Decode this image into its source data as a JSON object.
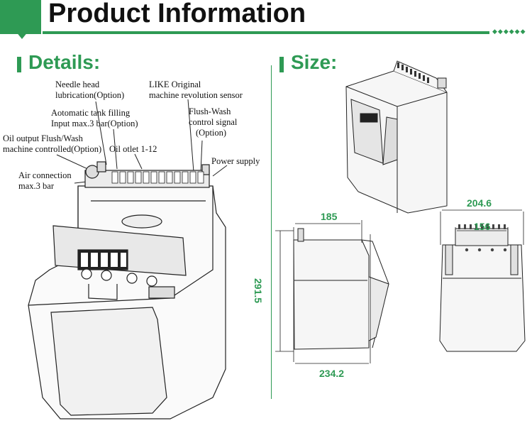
{
  "header": {
    "title": "Product Information",
    "dots": "◆◆◆◆◆◆"
  },
  "details": {
    "title": "Details:",
    "labels": {
      "needle_head_1": "Needle head",
      "needle_head_2": "lubrication(Option)",
      "like_original_1": "LIKE Original",
      "like_original_2": "machine revolution sensor",
      "tank_filling_1": "Aotomatic tank filling",
      "tank_filling_2": "Input max.3 bar(Option)",
      "flush_wash_signal_1": "Flush-Wash",
      "flush_wash_signal_2": "control signal",
      "flush_wash_signal_3": "(Option)",
      "oil_output_1": "Oil output Flush/Wash",
      "oil_output_2": "machine controlled(Option)",
      "oil_outlet": "Oil otlet 1-12",
      "power_supply": "Power supply",
      "air_connection_1": "Air connection",
      "air_connection_2": "max.3 bar"
    }
  },
  "size": {
    "title": "Size:",
    "dims": {
      "depth": "185",
      "height": "291.5",
      "depth_total": "234.2",
      "width": "204.6",
      "inner_width": "156"
    }
  },
  "colors": {
    "accent": "#2e9a54",
    "text": "#111111"
  }
}
